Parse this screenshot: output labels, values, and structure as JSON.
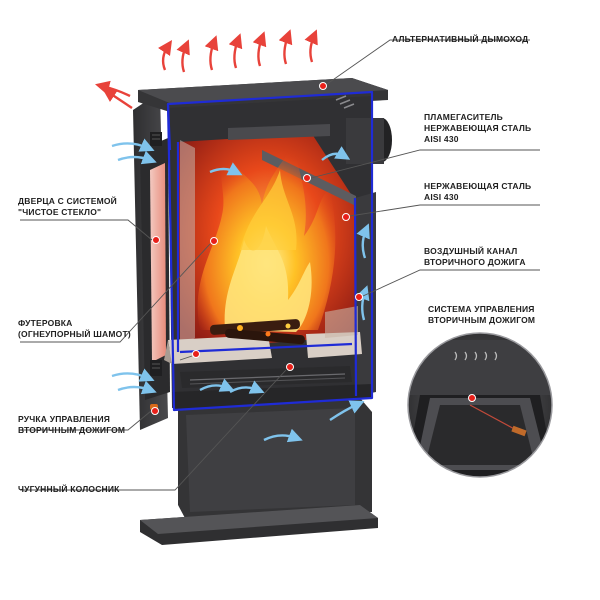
{
  "labels": {
    "chimney": "АЛЬТЕРНАТИВНЫЙ ДЫМОХОД",
    "flame_arrester_1": "ПЛАМЕГАСИТЕЛЬ",
    "flame_arrester_2": "НЕРЖАВЕЮЩАЯ СТАЛЬ",
    "flame_arrester_3": "AISI 430",
    "steel_1": "НЕРЖАВЕЮЩАЯ СТАЛЬ",
    "steel_2": "AISI 430",
    "air_channel_1": "ВОЗДУШНЫЙ КАНАЛ",
    "air_channel_2": "ВТОРИЧНОГО ДОЖИГА",
    "control_system_1": "СИСТЕМА УПРАВЛЕНИЯ",
    "control_system_2": "ВТОРИЧНЫМ ДОЖИГОМ",
    "door_1": "ДВЕРЦА С СИСТЕМОЙ",
    "door_2": "\"ЧИСТОЕ СТЕКЛО\"",
    "lining_1": "ФУТЕРОВКА",
    "lining_2": "(ОГНЕУПОРНЫЙ ШАМОТ)",
    "handle_1": "РУЧКА УПРАВЛЕНИЯ",
    "handle_2": "ВТОРИЧНЫМ ДОЖИГОМ",
    "grate": "ЧУГУННЫЙ КОЛОСНИК"
  },
  "colors": {
    "body": "#3d3d3f",
    "body_dark": "#2a2a2c",
    "outline": "#1f2bd6",
    "fire_inner": "#ffd23a",
    "fire_outer": "#e8481a",
    "firebox_glow": "#d8342a",
    "hot_arrow": "#e8423a",
    "cool_arrow": "#7fc3ec",
    "marker": "#e8201a",
    "leader": "#555555"
  },
  "icons": {
    "hot_air": "hot-air-arrow-icon",
    "cool_air": "cool-air-arrow-icon",
    "marker": "red-dot-marker-icon"
  }
}
